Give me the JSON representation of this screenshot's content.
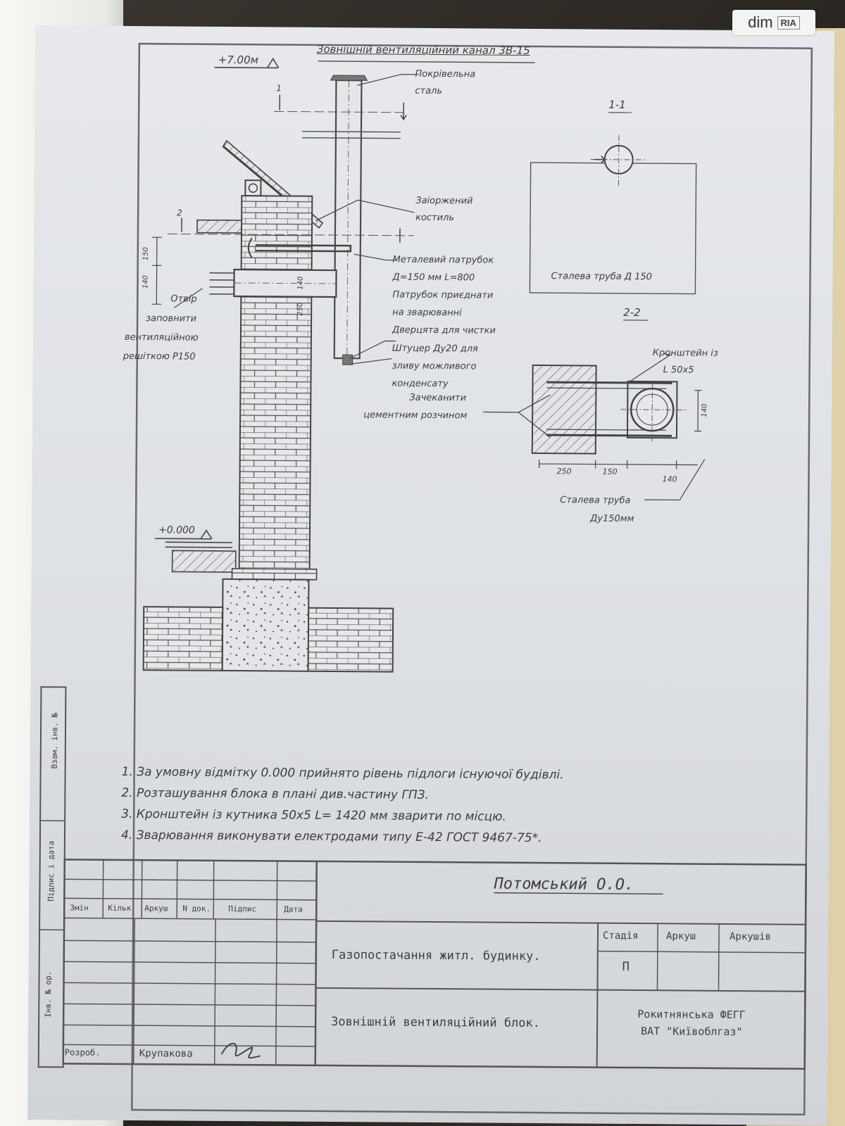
{
  "watermark": {
    "text": "dim",
    "logo_text": "RIA"
  },
  "drawing": {
    "title": "Зовнішній вентиляційний канал 3В-15",
    "level_top": "+7.00м",
    "level_zero": "+0.000",
    "labels": {
      "roof_steel_1": "Покрівельна",
      "roof_steel_2": "сталь",
      "crutch_1": "Заіоржений",
      "crutch_2": "костиль",
      "branch_1": "Металевий патрубок",
      "branch_2": "Д=150 мм L=800",
      "branch_3": "Патрубок приєднати",
      "branch_4": "на зварюванні",
      "door": "Дверцята для чистки",
      "fitting_1": "Штуцер Ду20 для",
      "fitting_2": "зливу можливого",
      "fitting_3": "конденсату",
      "caulk_1": "Зачеканити",
      "caulk_2": "цементним розчином",
      "opening_1": "Отвір",
      "opening_2": "заповнити",
      "opening_3": "вентиляційною",
      "opening_4": "решіткою Р150"
    },
    "dims_elev": {
      "d150": "150",
      "d140a": "140",
      "d140b": "140",
      "d250": "250"
    },
    "section_1": {
      "title": "1-1",
      "caption": "Сталева труба Д 150"
    },
    "section_2": {
      "title": "2-2",
      "bracket_1": "Кронштейн із",
      "bracket_2": "L 50x5",
      "dim_250": "250",
      "dim_150": "150",
      "dim_140": "140",
      "dim_140v": "140",
      "pipe_1": "Сталева труба",
      "pipe_2": "Ду150мм"
    },
    "cut_marks": {
      "c1": "1",
      "c2": "2"
    },
    "notes": [
      "1. За умовну відмітку 0.000 прийнято рівень підлоги існуючої будівлі.",
      "2. Розташування блока в плані див.частину ГПЗ.",
      "3. Кронштейн із кутника 50x5 L= 1420 мм зварити по місцю.",
      "4. Зварювання виконувати електродами типу Е-42 ГОСТ 9467-75*."
    ]
  },
  "title_block": {
    "side_labels": [
      "Взам. інв. №",
      "Підпис і дата",
      "Інв. № ор."
    ],
    "headers": [
      "Змін",
      "Кільк",
      "Аркуш",
      "N док.",
      "Підпис",
      "Дата"
    ],
    "signature_name": "Потомський О.О.",
    "project_name": "Газопостачання житл. будинку.",
    "sheet_name": "Зовнішній вентиляційний блок.",
    "stage_label": "Стадія",
    "sheet_label": "Аркуш",
    "sheets_label": "Аркушів",
    "stage_value": "П",
    "org_line1": "Рокитнянська ФЕГГ",
    "org_line2": "ВАТ \"Київоблгаз\"",
    "developer_label": "Розроб.",
    "developer_name": "Крупакова"
  }
}
